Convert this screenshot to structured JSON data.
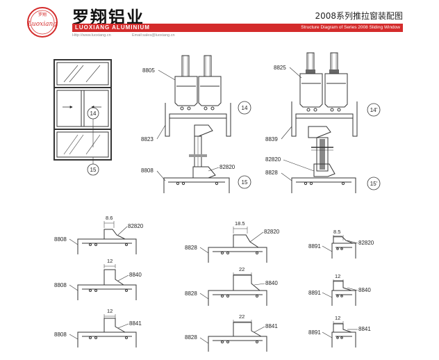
{
  "header": {
    "logo_text": "罗翔",
    "logo_script": "Luoxiang",
    "brand_cn": "罗翔铝业",
    "brand_en": "LUOXIANG ALUMINIUM",
    "website": "Http://www.luoxiang.cn",
    "email": "Email:sales@luoxiang.cn",
    "doc_title": "2008系列推拉窗装配图",
    "bar_caption": "Structure Diagram of Series 2008 Sliding Window",
    "accent_color": "#d42b2b"
  },
  "window": {
    "circle_14": "14",
    "circle_15": "15"
  },
  "assembly_left": {
    "parts": [
      "8805",
      "8823",
      "8808",
      "82820"
    ],
    "circle_14": "14",
    "circle_15": "15"
  },
  "assembly_right": {
    "parts": [
      "8825",
      "8839",
      "82820",
      "8828"
    ],
    "circle_14": "14'",
    "circle_15": "15'"
  },
  "sections": [
    {
      "frame": "8808",
      "dim": "8.6",
      "part": "82820"
    },
    {
      "frame": "8828",
      "dim": "18.5",
      "part": "82820"
    },
    {
      "frame": "8891",
      "dim": "8.5",
      "part": "82820"
    },
    {
      "frame": "8808",
      "dim": "12",
      "part": "8840"
    },
    {
      "frame": "8828",
      "dim": "22",
      "part": "8840"
    },
    {
      "frame": "8891",
      "dim": "12",
      "part": "8840"
    },
    {
      "frame": "8808",
      "dim": "12",
      "part": "8841"
    },
    {
      "frame": "8828",
      "dim": "22",
      "part": "8841"
    },
    {
      "frame": "8891",
      "dim": "12",
      "part": "8841"
    }
  ]
}
